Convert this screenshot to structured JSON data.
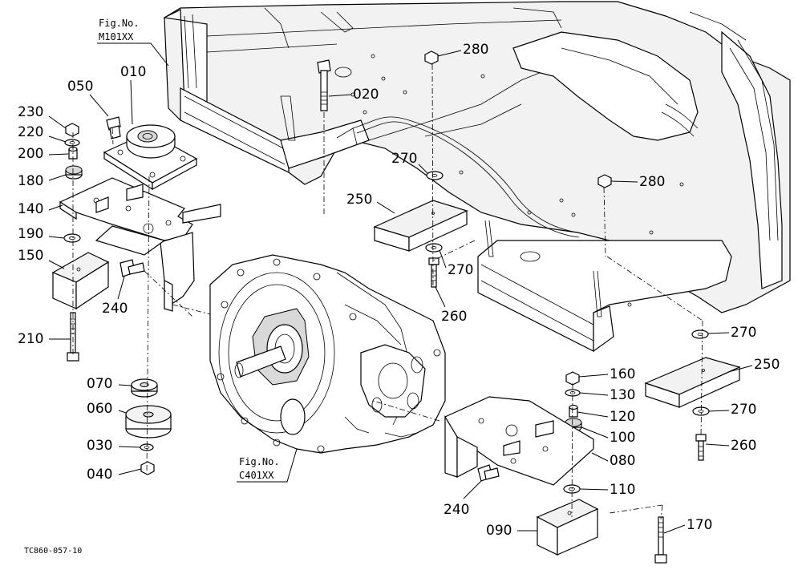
{
  "drawing_code": "TC860-057-10",
  "figure_refs": [
    {
      "label": "Fig.No.",
      "code": "M101XX"
    },
    {
      "label": "Fig.No.",
      "code": "C401XX"
    }
  ],
  "parts": [
    "010",
    "020",
    "030",
    "040",
    "050",
    "060",
    "070",
    "080",
    "090",
    "100",
    "110",
    "120",
    "130",
    "140",
    "150",
    "160",
    "170",
    "180",
    "190",
    "200",
    "210",
    "220",
    "230",
    "240",
    "240",
    "250",
    "250",
    "260",
    "260",
    "270",
    "270",
    "270",
    "270",
    "280",
    "280"
  ]
}
